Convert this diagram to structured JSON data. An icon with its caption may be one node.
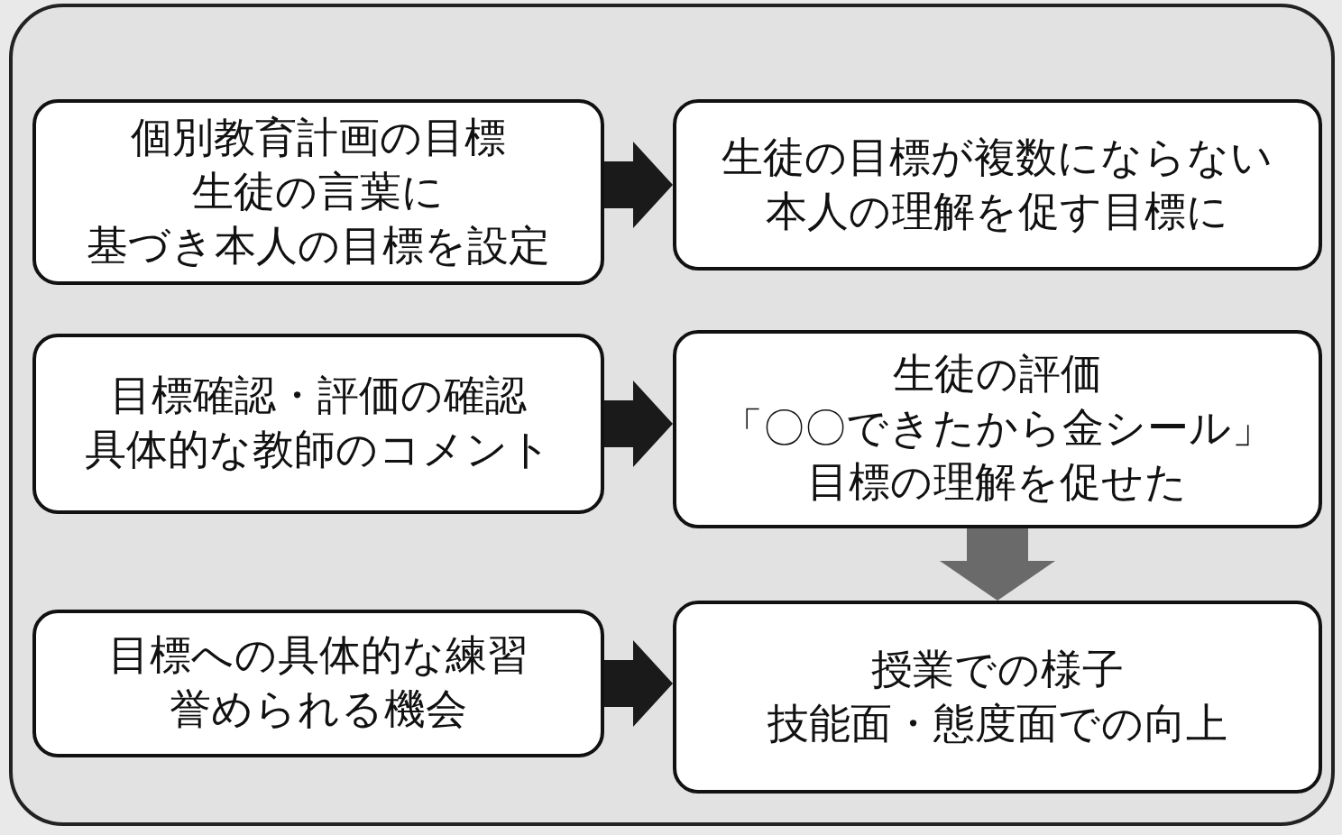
{
  "diagram": {
    "nodes": [
      {
        "text": [],
        "shape": "box"
      },
      {
        "text": [
          "個別教育計画の目標",
          "生徒の言葉に",
          "基づき本人の目標を設定"
        ],
        "in": 0
      },
      {
        "text": [
          "生徒の目標が複数にならない",
          "本人の理解を促す目標に"
        ],
        "in": 0
      },
      {
        "text": [
          "目標確認・評価の確認",
          "具体的な教師のコメント"
        ],
        "in": 0
      },
      {
        "text": [
          "生徒の評価",
          "「〇〇できたから金シール」",
          "目標の理解を促せた"
        ],
        "in": 0
      },
      {
        "text": [
          "目標への具体的な練習",
          "誉められる機会"
        ],
        "in": 0
      },
      {
        "text": [
          "授業での様子",
          "技能面・態度面での向上"
        ],
        "in": 0
      }
    ],
    "edges": [
      {
        "from": 1,
        "to": 2,
        "arrow": "to"
      },
      {
        "from": 3,
        "to": 4,
        "arrow": "to"
      },
      {
        "from": 4,
        "to": 6,
        "arrow": "to",
        "color": "#6a6a6a"
      },
      {
        "from": 5,
        "to": 6,
        "arrow": "to"
      }
    ]
  }
}
